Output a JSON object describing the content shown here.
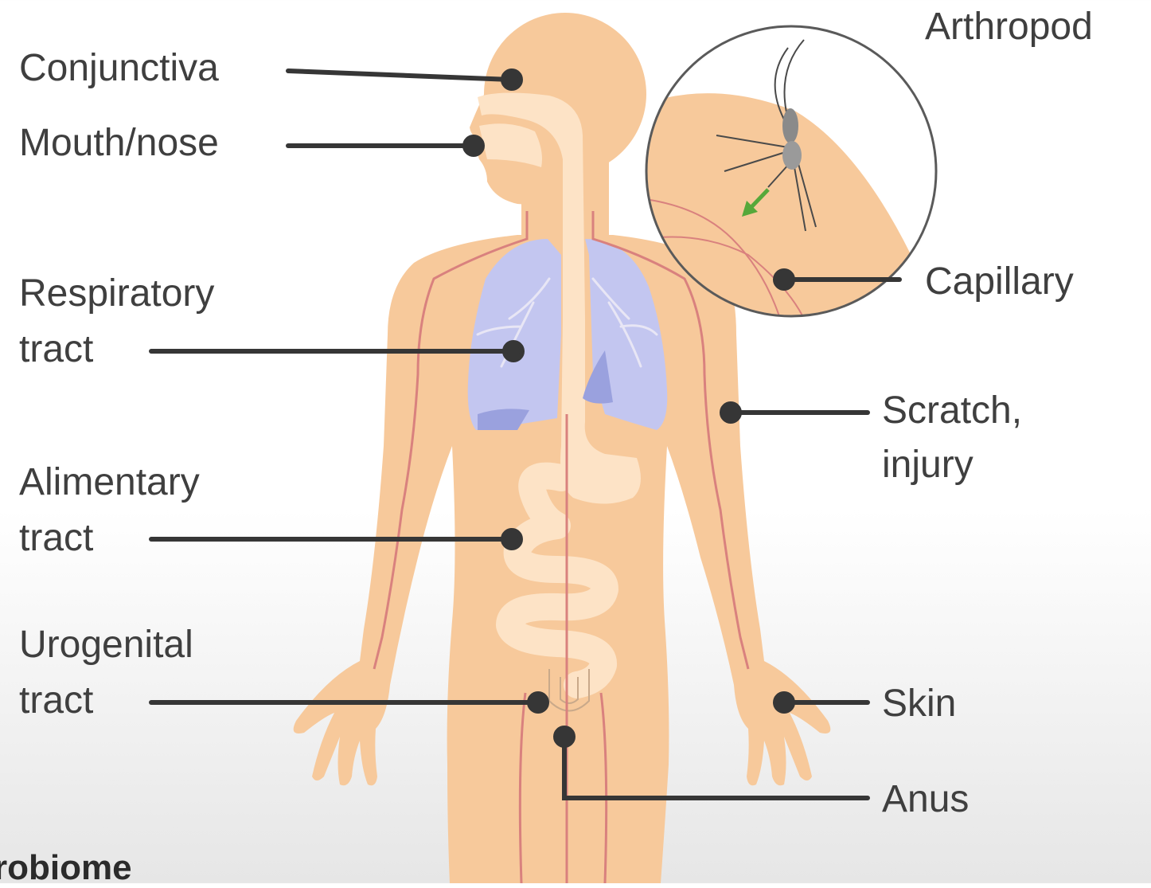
{
  "labels": {
    "conjunctiva": "Conjunctiva",
    "mouth_nose": "Mouth/nose",
    "respiratory_1": "Respiratory",
    "respiratory_2": "tract",
    "alimentary_1": "Alimentary",
    "alimentary_2": "tract",
    "urogenital_1": "Urogenital",
    "urogenital_2": "tract",
    "arthropod": "Arthropod",
    "capillary": "Capillary",
    "scratch_1": "Scratch,",
    "scratch_2": "injury",
    "skin": "Skin",
    "anus": "Anus"
  },
  "footer_text": "robiome",
  "colors": {
    "skin": "#f7c99b",
    "organ": "#fde3c6",
    "lung": "#c3c6f0",
    "lung_dark": "#9aa1de",
    "vessel": "#d9817e",
    "leader": "#363636",
    "arrow": "#56a83a"
  }
}
